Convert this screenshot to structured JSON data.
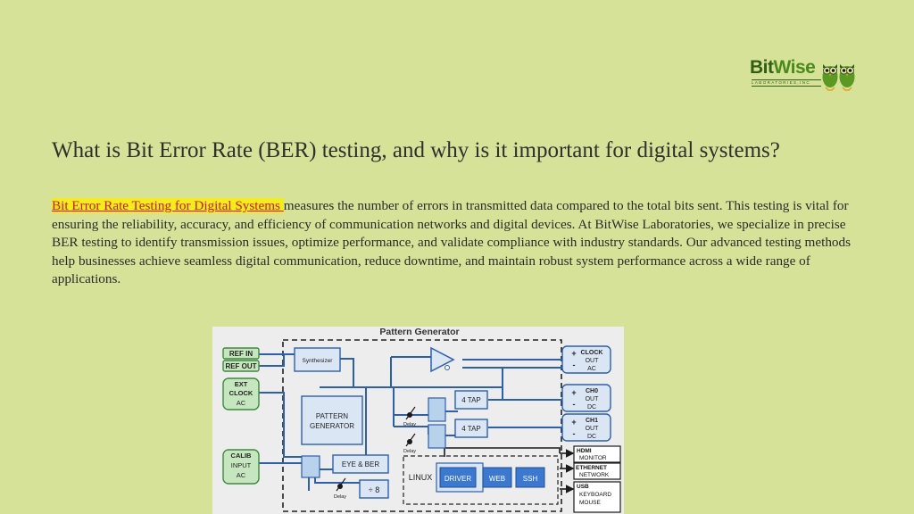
{
  "logo": {
    "word_part1": "Bit",
    "word_part2": "Wise",
    "subtitle": "LABORATORIES,INC",
    "brand_dark": "#2f5e14",
    "brand_light": "#4a8a1c"
  },
  "heading": "What is Bit Error Rate (BER) testing, and why is it important for digital systems?",
  "paragraph": {
    "link_text": "Bit Error Rate Testing for Digital Systems ",
    "text": "measures the number of errors in transmitted data compared to the total bits sent. This testing is vital for ensuring the reliability, accuracy, and efficiency of communication networks and digital devices. At BitWise Laboratories, we specialize in precise BER testing to identify transmission issues, optimize performance, and validate compliance with industry standards. Our advanced testing methods help businesses achieve seamless digital communication, reduce downtime, and maintain robust system performance across a wide range of applications."
  },
  "diagram": {
    "title": "Pattern Generator",
    "ref_in": "REF IN",
    "ref_out": "REF OUT",
    "ext_clock": [
      "EXT",
      "CLOCK",
      "AC"
    ],
    "calib": [
      "CALIB",
      "INPUT",
      "AC"
    ],
    "synthesizer": "Synthesizer",
    "pattern_gen": [
      "PATTERN",
      "GENERATOR"
    ],
    "tap1": "4 TAP",
    "tap2": "4 TAP",
    "delay": "Delay",
    "eye_ber": "EYE & BER",
    "div8": "÷ 8",
    "linux": "LINUX",
    "driver": "DRIVER",
    "web": "WEB",
    "ssh": "SSH",
    "clock_out": [
      "CLOCK",
      "OUT",
      "AC"
    ],
    "ch0": [
      "CH0",
      "OUT",
      "DC"
    ],
    "ch1": [
      "CH1",
      "OUT",
      "DC"
    ],
    "plus": "+",
    "minus": "-",
    "hdmi": [
      "HDMI",
      "MONITOR"
    ],
    "ethernet": [
      "ETHERNET",
      "NETWORK"
    ],
    "usb": [
      "USB",
      "KEYBOARD",
      "MOUSE"
    ]
  }
}
